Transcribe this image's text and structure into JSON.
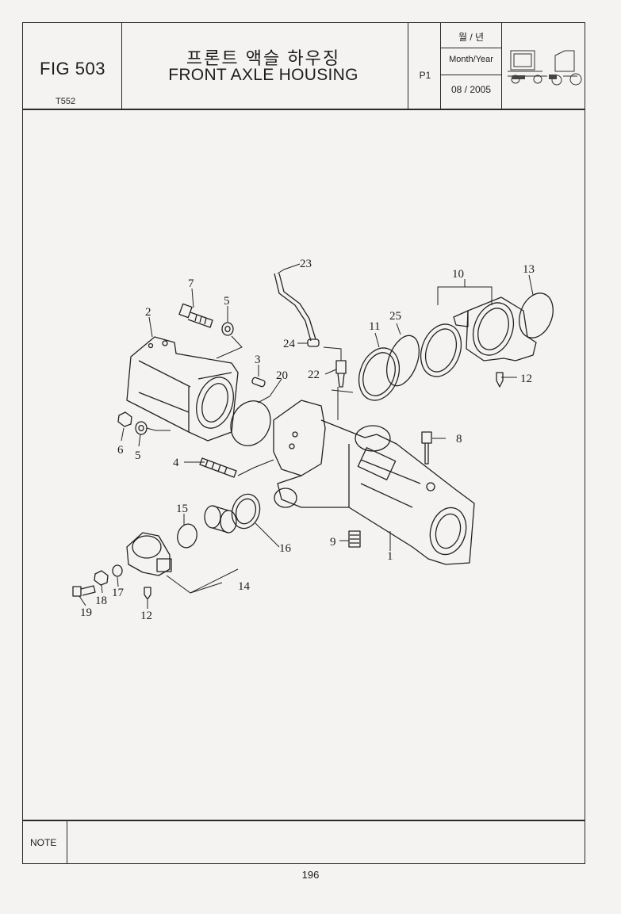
{
  "header": {
    "fig_label": "FIG 503",
    "model": "T552",
    "title_ko": "프론트 액슬 하우징",
    "title_en": "FRONT AXLE HOUSING",
    "page_code": "P1",
    "month_year_ko": "월 / 년",
    "month_year_en": "Month/Year",
    "date": "08 / 2005"
  },
  "thumbnail_icon": "tractor-icon",
  "callouts": {
    "c1": "1",
    "c2": "2",
    "c3": "3",
    "c4": "4",
    "c5a": "5",
    "c5b": "5",
    "c6": "6",
    "c7": "7",
    "c8": "8",
    "c9": "9",
    "c10": "10",
    "c11": "11",
    "c12a": "12",
    "c12b": "12",
    "c13": "13",
    "c14": "14",
    "c15": "15",
    "c16": "16",
    "c17": "17",
    "c18": "18",
    "c19": "19",
    "c20": "20",
    "c22": "22",
    "c23": "23",
    "c24": "24",
    "c25": "25"
  },
  "note_label": "NOTE",
  "page_number": "196"
}
